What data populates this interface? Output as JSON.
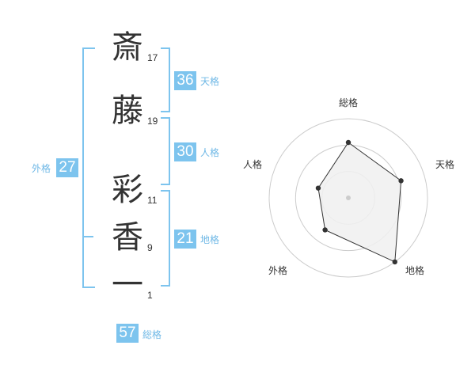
{
  "characters": [
    {
      "char": "斎",
      "strokes": "17"
    },
    {
      "char": "藤",
      "strokes": "19"
    },
    {
      "char": "彩",
      "strokes": "11"
    },
    {
      "char": "香",
      "strokes": "9"
    },
    {
      "char": "一",
      "strokes": "1"
    }
  ],
  "scores": {
    "tenkaku": {
      "label": "天格",
      "value": "36"
    },
    "jinkaku": {
      "label": "人格",
      "value": "30"
    },
    "chikaku": {
      "label": "地格",
      "value": "21"
    },
    "gaikaku": {
      "label": "外格",
      "value": "27"
    },
    "soukaku": {
      "label": "総格",
      "value": "57"
    }
  },
  "colors": {
    "accent": "#7dc4ee",
    "text": "#333333",
    "radar_fill": "#f0f0f0",
    "radar_ring": "#cccccc"
  },
  "radar": {
    "axes": [
      "総格",
      "天格",
      "地格",
      "外格",
      "人格"
    ],
    "ring_count": 3,
    "values": [
      0.7,
      0.7,
      1.0,
      0.5,
      0.4
    ]
  }
}
